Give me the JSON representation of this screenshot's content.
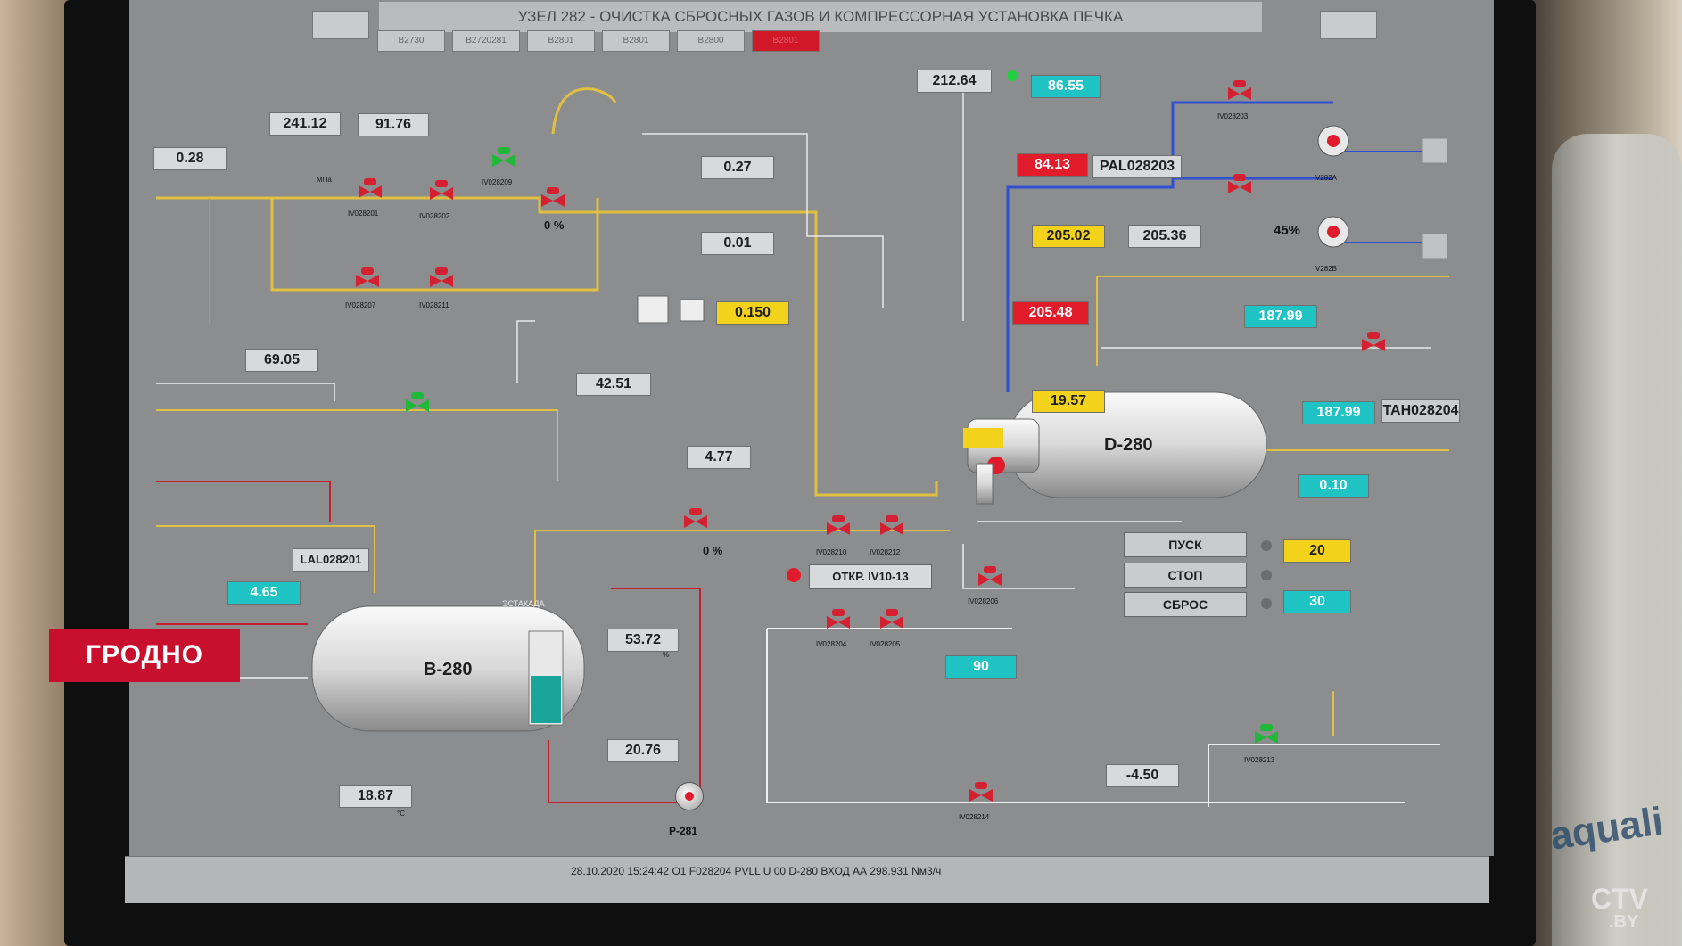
{
  "screen": {
    "title": "УЗЕЛ 282 - ОЧИСТКА СБРОСНЫХ ГАЗОВ И КОМПРЕССОРНАЯ УСТАНОВКА ПЕЧКА",
    "tabs": [
      "B2730",
      "B2720281",
      "B2801",
      "B2801",
      "B2800",
      "B2801"
    ],
    "colors": {
      "background": "#8b8d8f",
      "alarm": "#e21c2a",
      "ok": "#1fb838",
      "cyan": "#1fc3c3",
      "yellow": "#f2d21a",
      "process_line": "#e0c040"
    }
  },
  "readings": {
    "r_0_28": "0.28",
    "r_241_12": "241.12",
    "r_91_76": "91.76",
    "r_0_27": "0.27",
    "r_0_01": "0.01",
    "r_0_150": "0.150",
    "r_69_05": "69.05",
    "r_42_51": "42.51",
    "r_4_77": "4.77",
    "r_212_64": "212.64",
    "r_86_55": "86.55",
    "r_84_13": "84.13",
    "pal_tag": "PAL028203",
    "r_205_02": "205.02",
    "r_205_36": "205.36",
    "r_205_48": "205.48",
    "r_187_99_a": "187.99",
    "r_187_99_b": "187.99",
    "tah_tag": "TAH028204",
    "r_19_57": "19.57",
    "r_0_10": "0.10",
    "r_4_65": "4.65",
    "lal_tag": "LAL028201",
    "r_53_72": "53.72",
    "r_20_76": "20.76",
    "r_18_87": "18.87",
    "r_neg_4_50": "-4.50",
    "r_20": "20",
    "r_30": "30",
    "r_90": "90",
    "pct_0": "0 %",
    "pct_45": "45%"
  },
  "equipment": {
    "d280": "D-280",
    "b280": "B-280",
    "p281": "P-281",
    "v282a": "V282A",
    "v282b": "V282B"
  },
  "controls": {
    "start": "ПУСК",
    "stop": "СТОП",
    "reset": "СБРОС",
    "open_button": "ОТКР. IV10-13"
  },
  "valve_tags": [
    "IV028201",
    "IV028202",
    "IV028203",
    "IV028209",
    "IV028207",
    "IV028211",
    "IV028213",
    "IV028210",
    "IV028212",
    "IV028204",
    "IV028205",
    "IV028206",
    "IV028214"
  ],
  "labels": {
    "estakada": "ЭСТАКАДА",
    "unit_mpa": "МПа",
    "unit_c": "°C",
    "unit_pct": "%"
  },
  "status_bar": {
    "message": "28.10.2020 15:24:42  O1  F028204  PVLL  U 00 D-280 ВХОД АА  298.931  Nм3/ч"
  },
  "overlay": {
    "city": "ГРОДНО",
    "logo_main": "CTV",
    "logo_sub": ".BY"
  }
}
